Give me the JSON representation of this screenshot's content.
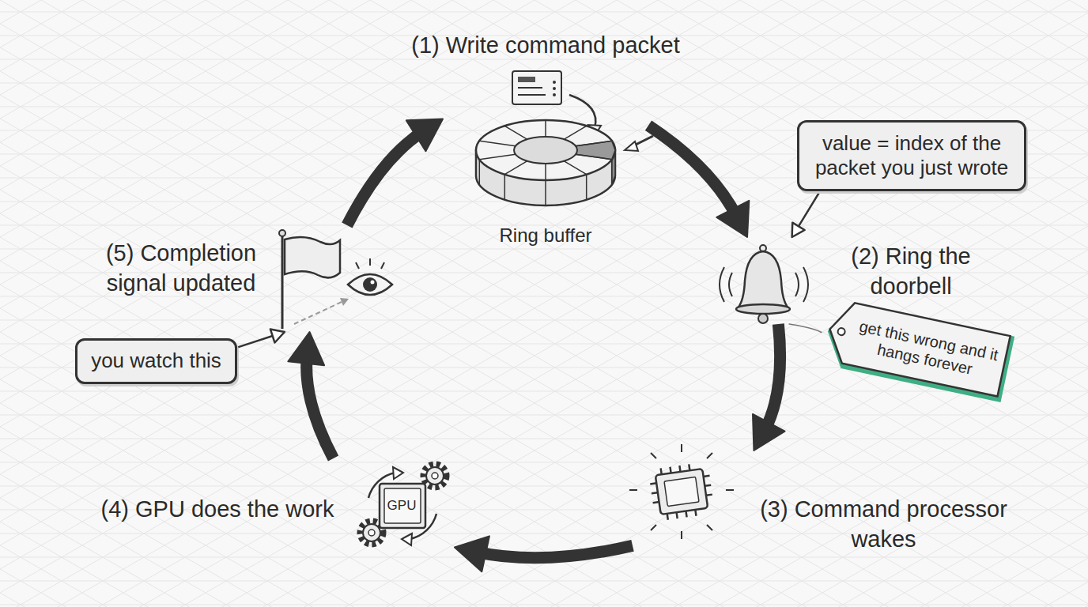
{
  "diagram": {
    "nodes": [
      {
        "text": [
          "(1) Write command packet",
          "Ring buffer"
        ]
      },
      {
        "text": [
          "(2) Ring the doorbell"
        ]
      },
      {
        "text": [
          "(3) Command processor wakes"
        ]
      },
      {
        "text": [
          "(4) GPU does the work",
          "GPU"
        ]
      },
      {
        "text": [
          "(5) Completion signal updated"
        ]
      },
      {
        "text": [
          "value = index of the packet you just wrote"
        ]
      },
      {
        "text": [
          "get this wrong and it hangs forever"
        ]
      },
      {
        "text": [
          "you watch this"
        ]
      }
    ],
    "edges": [
      {
        "from": 0,
        "to": 1,
        "arrow": "to"
      },
      {
        "from": 1,
        "to": 2,
        "arrow": "to"
      },
      {
        "from": 2,
        "to": 3,
        "arrow": "to"
      },
      {
        "from": 3,
        "to": 4,
        "arrow": "to"
      },
      {
        "from": 4,
        "to": 0,
        "arrow": "to"
      },
      {
        "from": 5,
        "to": 1,
        "arrow": "to"
      },
      {
        "from": 6,
        "to": 1,
        "arrow": "none"
      },
      {
        "from": 7,
        "to": 4,
        "arrow": "to"
      }
    ]
  }
}
